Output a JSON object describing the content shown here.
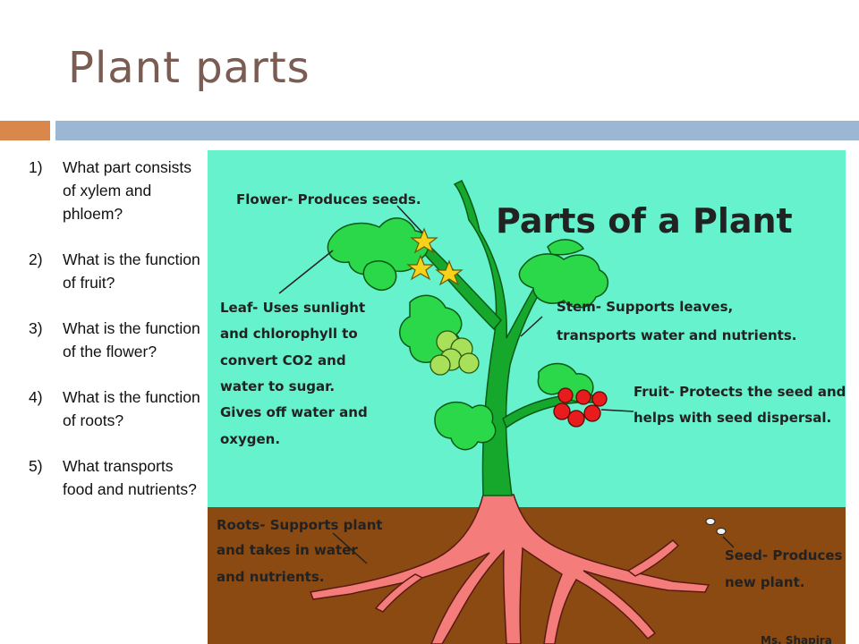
{
  "slide": {
    "title": "Plant parts",
    "questions": [
      {
        "number": "1)",
        "text": "What part consists of xylem and phloem?"
      },
      {
        "number": "2)",
        "text": "What is the function of fruit?"
      },
      {
        "number": "3)",
        "text": "What is the function of the flower?"
      },
      {
        "number": "4)",
        "text": "What is the function of roots?"
      },
      {
        "number": "5)",
        "text": "What transports food and nutrients?"
      }
    ]
  },
  "diagram": {
    "title": "Parts of a Plant",
    "labels": {
      "flower": "Flower- Produces seeds.",
      "leaf": [
        "Leaf- Uses sunlight",
        "and chlorophyll to",
        "convert CO2 and",
        "water to sugar.",
        "Gives off water and",
        "oxygen."
      ],
      "stem": [
        "Stem- Supports leaves,",
        "transports water and nutrients."
      ],
      "fruit": [
        "Fruit- Protects the seed and",
        "helps with seed dispersal."
      ],
      "roots": [
        "Roots- Supports plant",
        "and takes in water",
        "and nutrients."
      ],
      "seed": [
        "Seed- Produces",
        "new plant."
      ],
      "signature": "Ms. Shapira"
    },
    "colors": {
      "sky": "#66f2cc",
      "soil": "#8a4a12",
      "stem": "#16a82c",
      "leaf": "#2ad84a",
      "root": "#f47c7a",
      "fruit": "#e81c1c",
      "flower": "#f6d21a"
    }
  }
}
